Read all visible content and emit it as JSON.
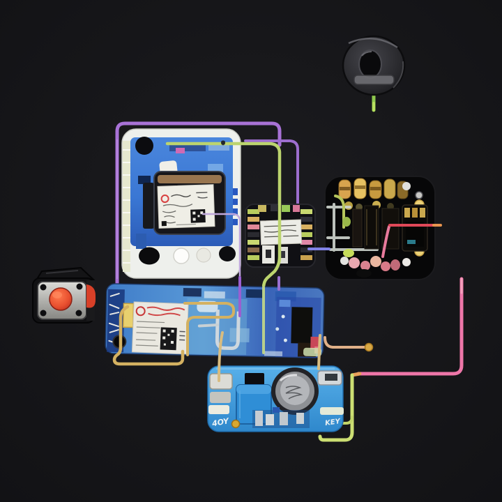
{
  "scene": {
    "objects": [
      {
        "name": "piezo-buzzer-knob"
      },
      {
        "name": "blue-gps-pcb"
      },
      {
        "name": "black-capacitor-board"
      },
      {
        "name": "center-breakout-module"
      },
      {
        "name": "horizontal-blue-board"
      },
      {
        "name": "boost-converter-module"
      },
      {
        "name": "red-push-button"
      }
    ],
    "markings": {
      "boost_left": "4OY",
      "boost_right": "KEY"
    }
  },
  "colors": {
    "background": "#17171a",
    "pcb_white_frame": "#eef0ec",
    "pcb_blue": "#3a77d4",
    "pcb_blue_bright": "#4aa0e4",
    "pcb_black": "#070708",
    "module_black": "#16161a",
    "sticker_white": "#efeee6",
    "wire_purple": "#a872d6",
    "wire_purple_thin": "#c0a8dc",
    "wire_green": "#bcd46e",
    "wire_green2": "#ccdf73",
    "wire_pink": "#ee76a8",
    "wire_gold": "#d4b161",
    "wire_tan": "#d8bc80",
    "wire_red": "#e04858",
    "wire_blue": "#8183e8",
    "knob_stem_green": "#8fc84e",
    "button_red": "#e8502f",
    "cap_tan": "#d8a84e",
    "stick_yellow": "#ecd278",
    "silver": "#ccd2cc"
  }
}
